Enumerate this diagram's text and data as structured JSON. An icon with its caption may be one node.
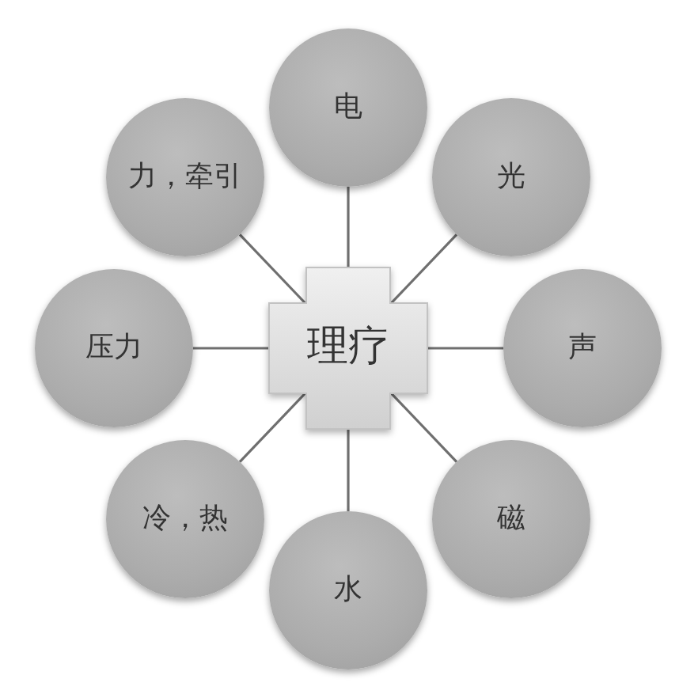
{
  "diagram": {
    "nodes": [
      {
        "text": [
          "理疗"
        ]
      },
      {
        "text": [
          "电"
        ]
      },
      {
        "text": [
          "光"
        ]
      },
      {
        "text": [
          "声"
        ]
      },
      {
        "text": [
          "磁"
        ]
      },
      {
        "text": [
          "水"
        ]
      },
      {
        "text": [
          "冷，热"
        ]
      },
      {
        "text": [
          "压力"
        ]
      },
      {
        "text": [
          "力，牵引"
        ]
      }
    ],
    "edges": [
      {
        "from": 0,
        "to": 1,
        "arrow": "none"
      },
      {
        "from": 0,
        "to": 2,
        "arrow": "none"
      },
      {
        "from": 0,
        "to": 3,
        "arrow": "none"
      },
      {
        "from": 0,
        "to": 4,
        "arrow": "none"
      },
      {
        "from": 0,
        "to": 5,
        "arrow": "none"
      },
      {
        "from": 0,
        "to": 6,
        "arrow": "none"
      },
      {
        "from": 0,
        "to": 7,
        "arrow": "none"
      },
      {
        "from": 0,
        "to": 8,
        "arrow": "none"
      }
    ]
  }
}
